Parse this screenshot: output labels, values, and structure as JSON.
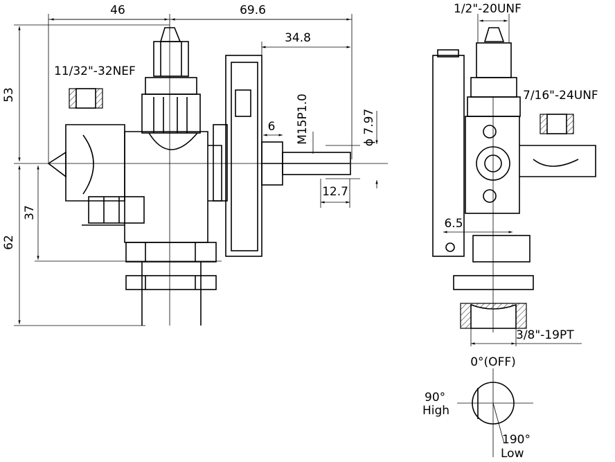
{
  "dimensions": {
    "d46": "46",
    "d69_6": "69.6",
    "d34_8": "34.8",
    "d53": "53",
    "d37": "37",
    "d62": "62",
    "d6": "6",
    "d12_7": "12.7",
    "d7_97": "ϕ 7.97",
    "d6_5": "6.5",
    "m15": "M15P1.0"
  },
  "threads": {
    "left_inlet": "11/32\"-32NEF",
    "top_right": "1/2\"-20UNF",
    "side_right": "7/16\"-24UNF",
    "bottom_right": "3/8\"-19PT"
  },
  "valve_positions": {
    "off": "0°(OFF)",
    "high_angle": "90°",
    "high_label": "High",
    "low_angle": "190°",
    "low_label": "Low"
  },
  "colors": {
    "line": "#000000",
    "background": "#ffffff"
  }
}
